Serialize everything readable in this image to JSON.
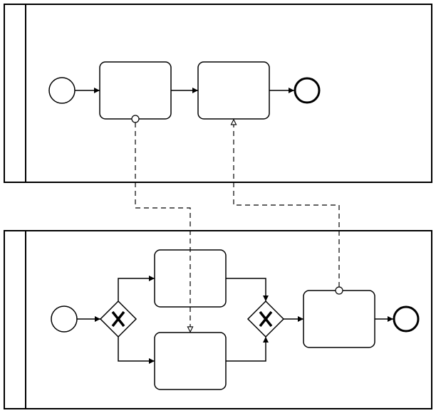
{
  "diagram": {
    "type": "bpmn-collaboration",
    "pools": [
      {
        "id": "pool-top",
        "label": ""
      },
      {
        "id": "pool-bottom",
        "label": ""
      }
    ],
    "tasks": [
      {
        "id": "top-task-1",
        "label": ""
      },
      {
        "id": "top-task-2",
        "label": ""
      },
      {
        "id": "bottom-task-upper",
        "label": ""
      },
      {
        "id": "bottom-task-lower",
        "label": ""
      },
      {
        "id": "bottom-task-final",
        "label": ""
      }
    ],
    "gateways": [
      {
        "id": "bottom-split-gateway",
        "kind": "exclusive",
        "marker": "X"
      },
      {
        "id": "bottom-join-gateway",
        "kind": "exclusive",
        "marker": "X"
      }
    ],
    "events": [
      {
        "id": "top-start-event",
        "kind": "start"
      },
      {
        "id": "top-end-event",
        "kind": "end"
      },
      {
        "id": "bottom-start-event",
        "kind": "start"
      },
      {
        "id": "bottom-end-event",
        "kind": "end"
      }
    ],
    "sequence_flows": [
      {
        "from": "top-start-event",
        "to": "top-task-1"
      },
      {
        "from": "top-task-1",
        "to": "top-task-2"
      },
      {
        "from": "top-task-2",
        "to": "top-end-event"
      },
      {
        "from": "bottom-start-event",
        "to": "bottom-split-gateway"
      },
      {
        "from": "bottom-split-gateway",
        "to": "bottom-task-upper"
      },
      {
        "from": "bottom-split-gateway",
        "to": "bottom-task-lower"
      },
      {
        "from": "bottom-task-upper",
        "to": "bottom-join-gateway"
      },
      {
        "from": "bottom-task-lower",
        "to": "bottom-join-gateway"
      },
      {
        "from": "bottom-join-gateway",
        "to": "bottom-task-final"
      },
      {
        "from": "bottom-task-final",
        "to": "bottom-end-event"
      }
    ],
    "message_flows": [
      {
        "from": "top-task-1",
        "to": "bottom-task-lower"
      },
      {
        "from": "bottom-task-final",
        "to": "top-task-2"
      }
    ],
    "colors": {
      "stroke": "#000000",
      "fill": "#ffffff"
    }
  }
}
